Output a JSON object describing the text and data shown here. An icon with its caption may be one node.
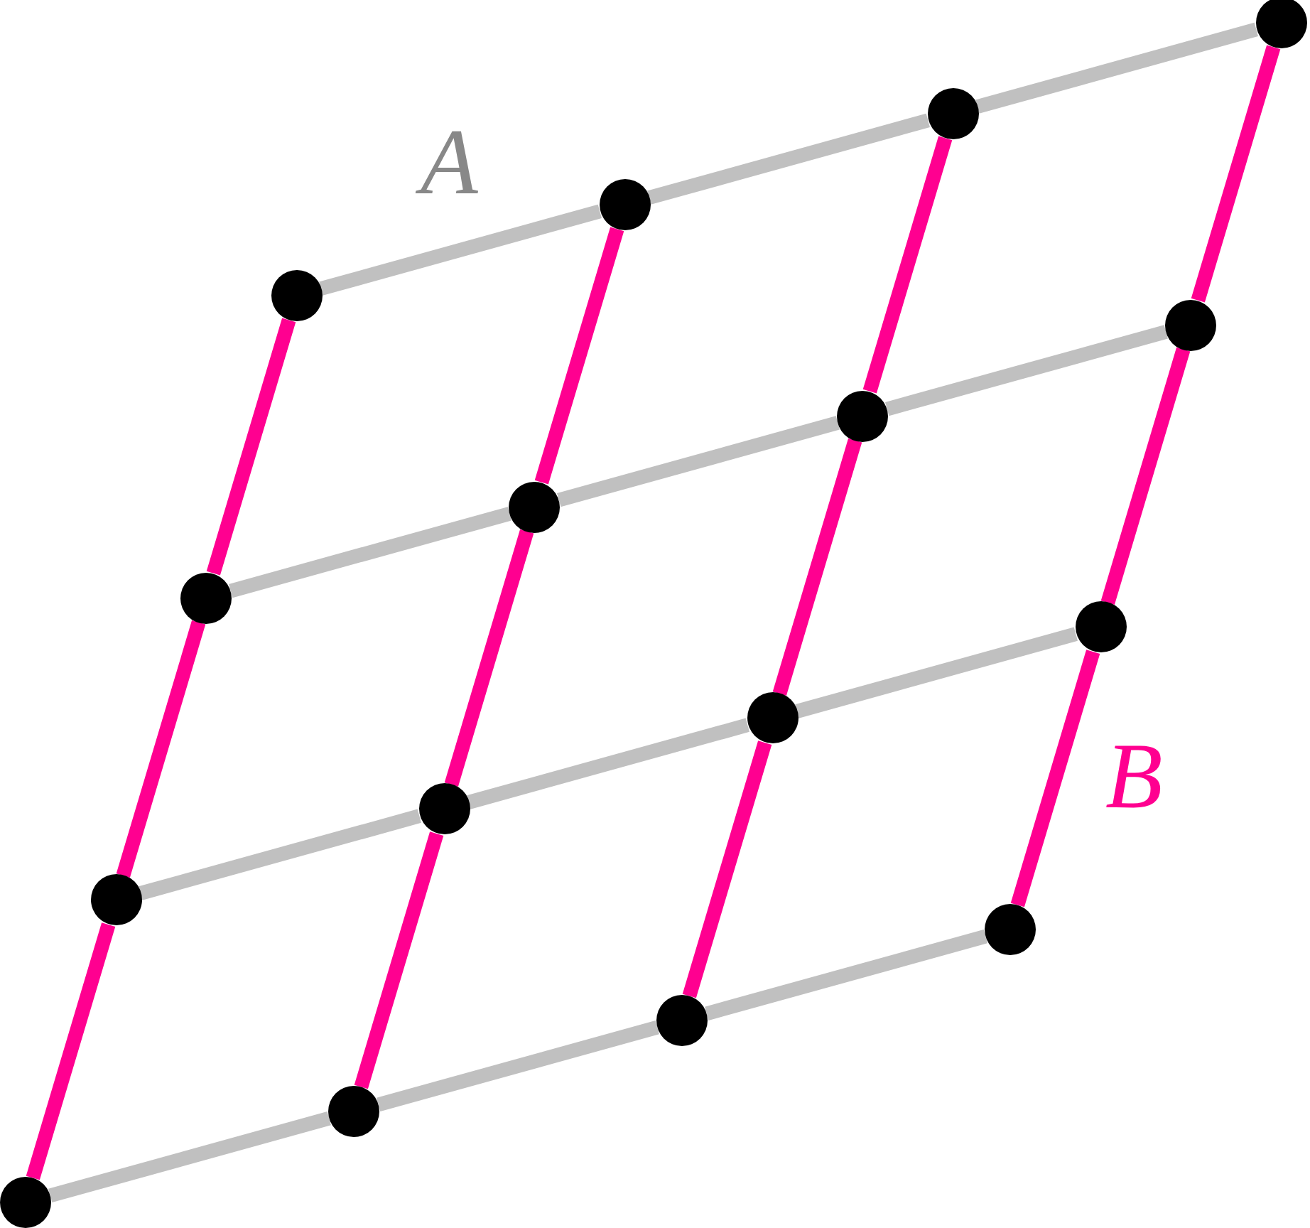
{
  "diagram": {
    "nodes": [
      {
        "text": [],
        "shape": "circle"
      },
      {
        "text": [],
        "shape": "circle"
      },
      {
        "text": [],
        "shape": "circle"
      },
      {
        "text": [],
        "shape": "circle"
      },
      {
        "text": [],
        "shape": "circle"
      },
      {
        "text": [],
        "shape": "circle"
      },
      {
        "text": [],
        "shape": "circle"
      },
      {
        "text": [],
        "shape": "circle"
      },
      {
        "text": [],
        "shape": "circle"
      },
      {
        "text": [],
        "shape": "circle"
      },
      {
        "text": [],
        "shape": "circle"
      },
      {
        "text": [],
        "shape": "circle"
      },
      {
        "text": [],
        "shape": "circle"
      },
      {
        "text": [],
        "shape": "circle"
      },
      {
        "text": [],
        "shape": "circle"
      },
      {
        "text": [],
        "shape": "circle"
      }
    ],
    "edges": [
      {
        "from": 0,
        "to": 1,
        "arrow": "none",
        "color": "#c0c0c0"
      },
      {
        "from": 1,
        "to": 2,
        "arrow": "none",
        "color": "#c0c0c0"
      },
      {
        "from": 2,
        "to": 3,
        "arrow": "none",
        "color": "#c0c0c0"
      },
      {
        "from": 4,
        "to": 5,
        "arrow": "none",
        "color": "#c0c0c0"
      },
      {
        "from": 5,
        "to": 6,
        "arrow": "none",
        "color": "#c0c0c0"
      },
      {
        "from": 6,
        "to": 7,
        "arrow": "none",
        "color": "#c0c0c0"
      },
      {
        "from": 8,
        "to": 9,
        "arrow": "none",
        "color": "#c0c0c0"
      },
      {
        "from": 9,
        "to": 10,
        "arrow": "none",
        "color": "#c0c0c0"
      },
      {
        "from": 10,
        "to": 11,
        "arrow": "none",
        "color": "#c0c0c0"
      },
      {
        "from": 12,
        "to": 13,
        "arrow": "none",
        "color": "#c0c0c0"
      },
      {
        "from": 13,
        "to": 14,
        "arrow": "none",
        "color": "#c0c0c0"
      },
      {
        "from": 14,
        "to": 15,
        "arrow": "none",
        "color": "#c0c0c0"
      },
      {
        "from": 12,
        "to": 8,
        "arrow": "none",
        "color": "#ff0090"
      },
      {
        "from": 8,
        "to": 4,
        "arrow": "none",
        "color": "#ff0090"
      },
      {
        "from": 4,
        "to": 0,
        "arrow": "none",
        "color": "#ff0090"
      },
      {
        "from": 13,
        "to": 9,
        "arrow": "none",
        "color": "#ff0090"
      },
      {
        "from": 9,
        "to": 5,
        "arrow": "none",
        "color": "#ff0090"
      },
      {
        "from": 5,
        "to": 1,
        "arrow": "none",
        "color": "#ff0090"
      },
      {
        "from": 14,
        "to": 10,
        "arrow": "none",
        "color": "#ff0090"
      },
      {
        "from": 10,
        "to": 6,
        "arrow": "none",
        "color": "#ff0090"
      },
      {
        "from": 6,
        "to": 2,
        "arrow": "none",
        "color": "#ff0090"
      },
      {
        "from": 15,
        "to": 11,
        "arrow": "none",
        "color": "#ff0090"
      },
      {
        "from": 11,
        "to": 7,
        "arrow": "none",
        "color": "#ff0090"
      },
      {
        "from": 7,
        "to": 3,
        "arrow": "none",
        "color": "#ff0090"
      }
    ],
    "labels": [
      "A",
      "B"
    ]
  }
}
